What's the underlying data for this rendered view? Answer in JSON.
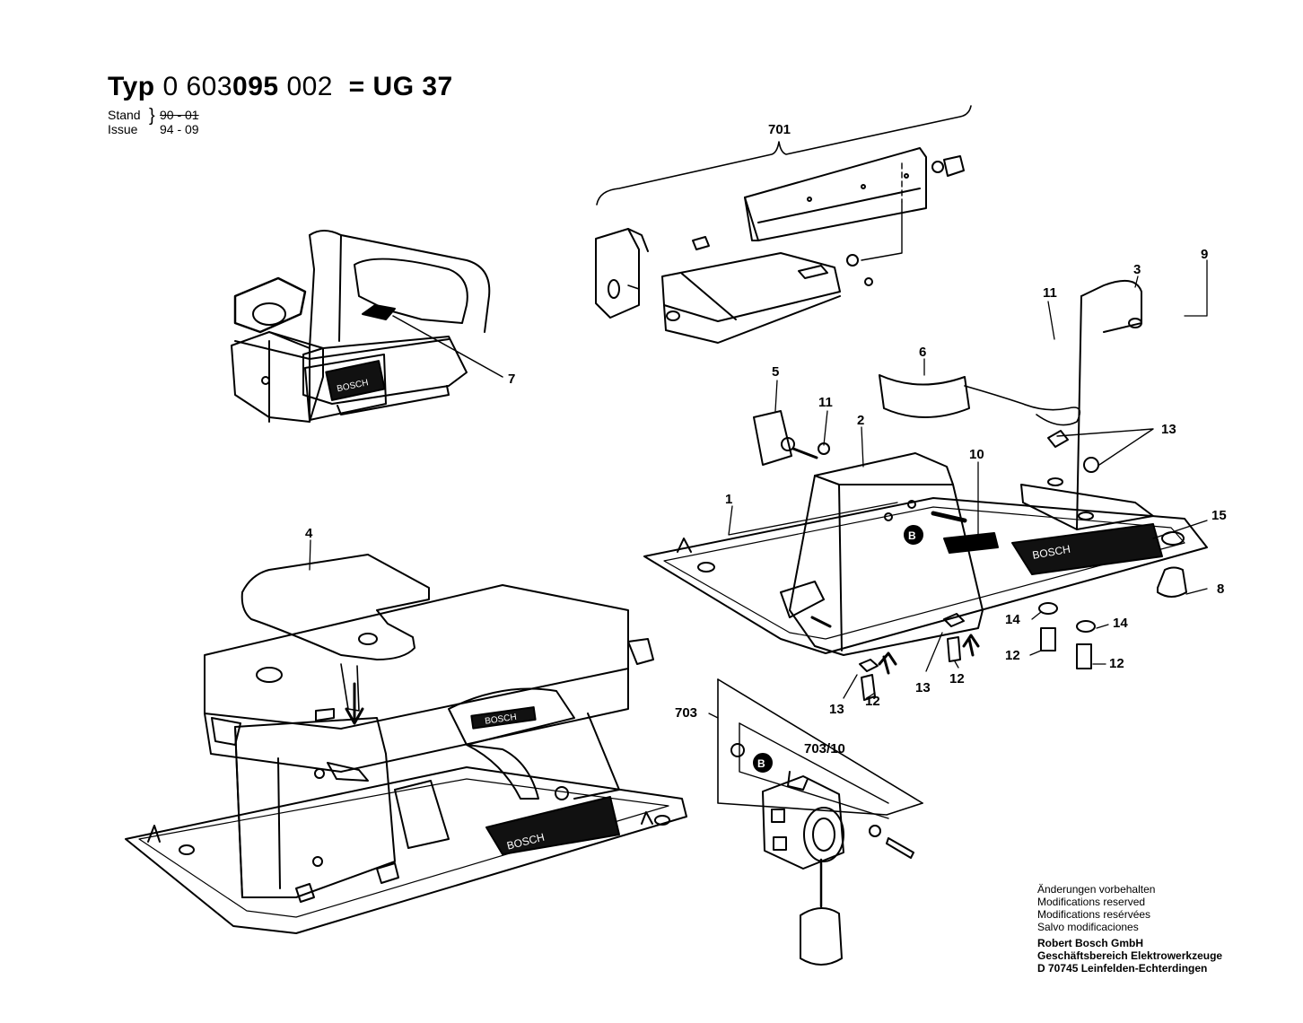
{
  "header": {
    "typ_label": "Typ",
    "typ_num_a": "0 603",
    "typ_num_b": "095",
    "typ_num_c": "002",
    "equals_model": "= UG 37",
    "stand_label": "Stand",
    "issue_label": "Issue",
    "stand_value": "90 - 01",
    "issue_value": "94 - 09"
  },
  "callouts": {
    "c701": "701",
    "c7": "7",
    "c3": "3",
    "c9": "9",
    "c11a": "11",
    "c6": "6",
    "c5": "5",
    "c11b": "11",
    "c2": "2",
    "c10": "10",
    "c13a": "13",
    "c1": "1",
    "c15": "15",
    "c4": "4",
    "c8": "8",
    "c14a": "14",
    "c14b": "14",
    "c12a": "12",
    "c12b": "12",
    "c12c": "12",
    "c12d": "12",
    "c13b": "13",
    "c13c": "13",
    "c703": "703",
    "c70310": "703/10"
  },
  "labels": {
    "brand": "BOSCH",
    "marker_b": "B"
  },
  "footer": {
    "line1": "Änderungen vorbehalten",
    "line2": "Modifications reserved",
    "line3": "Modifications resérvées",
    "line4": "Salvo modificaciones",
    "company": "Robert Bosch GmbH",
    "division": "Geschäftsbereich Elektrowerkzeuge",
    "address": "D 70745 Leinfelden-Echterdingen"
  }
}
